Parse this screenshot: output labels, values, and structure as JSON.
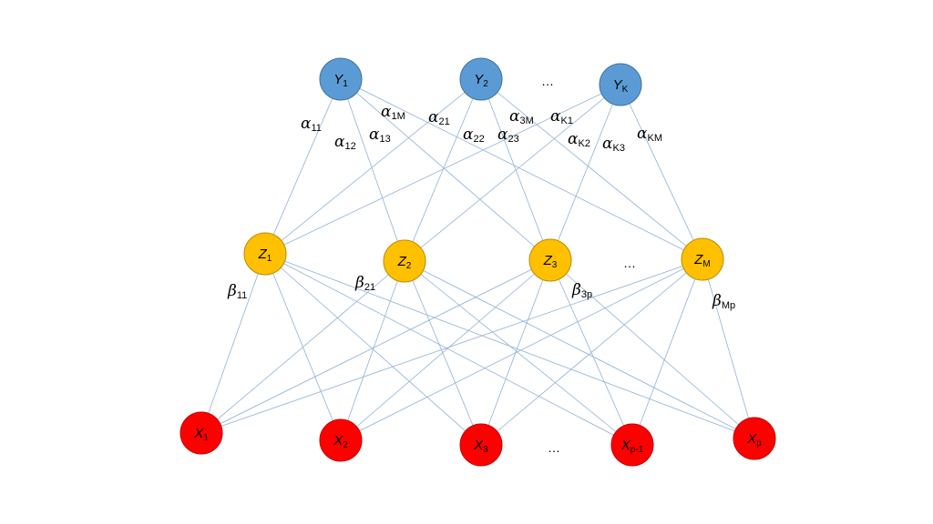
{
  "diagram": {
    "colors": {
      "output_fill": "#5b9bd5",
      "output_stroke": "#41719c",
      "hidden_fill": "#ffc000",
      "hidden_stroke": "#b88d00",
      "input_fill": "#ff0000",
      "input_stroke": "#c00000",
      "edge": "#8fb2d6"
    },
    "output_nodes": [
      {
        "id": "Y1",
        "letter": "Y",
        "sub": "1"
      },
      {
        "id": "Y2",
        "letter": "Y",
        "sub": "2"
      },
      {
        "id": "YK",
        "letter": "Y",
        "sub": "K"
      }
    ],
    "hidden_nodes": [
      {
        "id": "Z1",
        "letter": "Z",
        "sub": "1"
      },
      {
        "id": "Z2",
        "letter": "Z",
        "sub": "2"
      },
      {
        "id": "Z3",
        "letter": "Z",
        "sub": "3"
      },
      {
        "id": "ZM",
        "letter": "Z",
        "sub": "M"
      }
    ],
    "input_nodes": [
      {
        "id": "X1",
        "letter": "X",
        "sub": "1"
      },
      {
        "id": "X2",
        "letter": "X",
        "sub": "2"
      },
      {
        "id": "X3",
        "letter": "X",
        "sub": "3"
      },
      {
        "id": "Xp1",
        "letter": "X",
        "sub": "p-1"
      },
      {
        "id": "Xp",
        "letter": "X",
        "sub": "p"
      }
    ],
    "ellipses": {
      "output": "…",
      "hidden": "…",
      "input": "…"
    },
    "alpha_labels": [
      {
        "id": "a11",
        "symbol": "α",
        "sub": "11"
      },
      {
        "id": "a12",
        "symbol": "α",
        "sub": "12"
      },
      {
        "id": "a13",
        "symbol": "α",
        "sub": "13"
      },
      {
        "id": "a1M",
        "symbol": "α",
        "sub": "1M"
      },
      {
        "id": "a21",
        "symbol": "α",
        "sub": "21"
      },
      {
        "id": "a22",
        "symbol": "α",
        "sub": "22"
      },
      {
        "id": "a23",
        "symbol": "α",
        "sub": "23"
      },
      {
        "id": "a3M",
        "symbol": "α",
        "sub": "3M"
      },
      {
        "id": "aK1",
        "symbol": "α",
        "sub": "K1"
      },
      {
        "id": "aK2",
        "symbol": "α",
        "sub": "K2"
      },
      {
        "id": "aK3",
        "symbol": "α",
        "sub": "K3"
      },
      {
        "id": "aKM",
        "symbol": "α",
        "sub": "KM"
      }
    ],
    "beta_labels": [
      {
        "id": "b11",
        "symbol": "β",
        "sub": "11"
      },
      {
        "id": "b21",
        "symbol": "β",
        "sub": "21"
      },
      {
        "id": "b3p",
        "symbol": "β",
        "sub": "3p"
      },
      {
        "id": "bMp",
        "symbol": "β",
        "sub": "Mp"
      }
    ]
  }
}
